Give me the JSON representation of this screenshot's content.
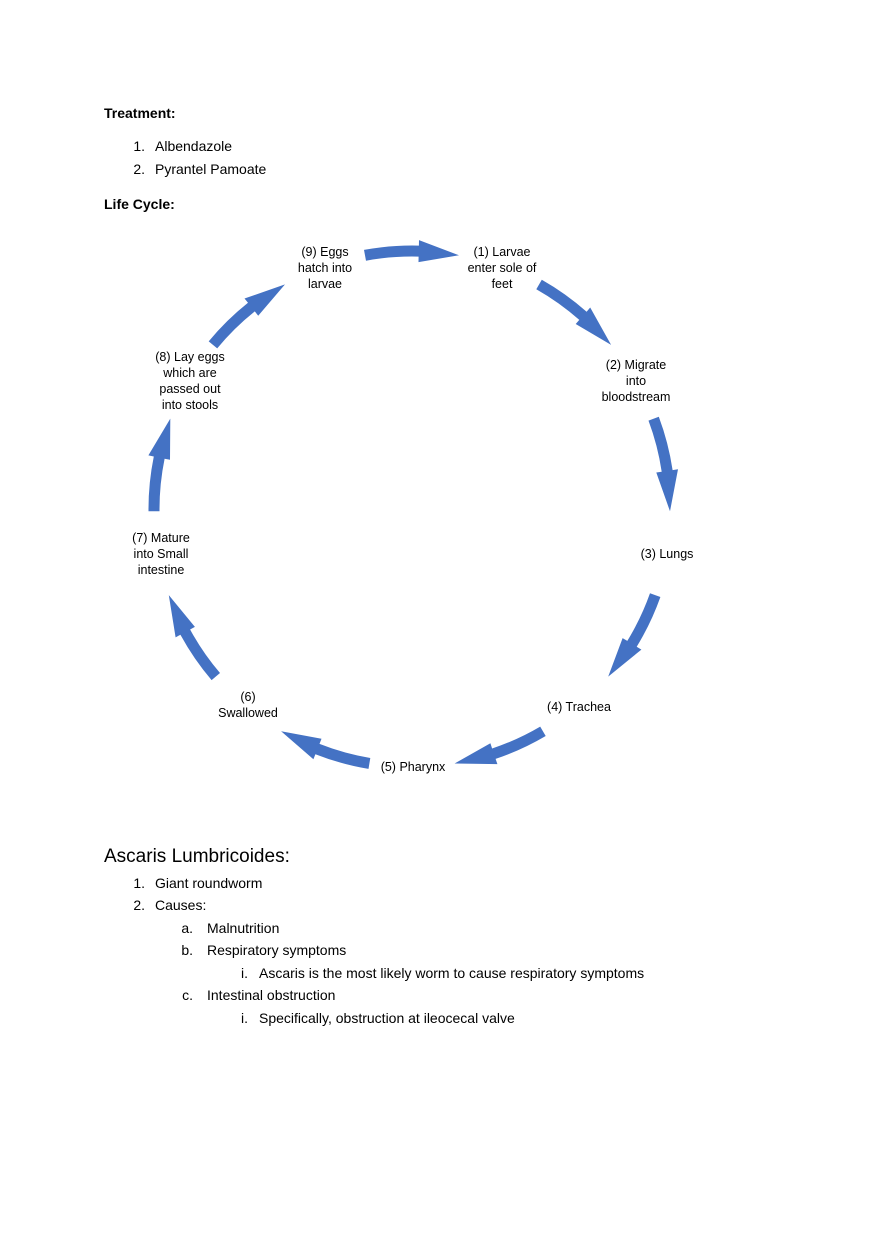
{
  "treatment": {
    "heading": "Treatment:",
    "items": [
      {
        "marker": "1.",
        "text": "Albendazole"
      },
      {
        "marker": "2.",
        "text": "Pyrantel Pamoate"
      }
    ]
  },
  "life_cycle": {
    "heading": "Life Cycle:",
    "arrow_color": "#4472C4",
    "nodes": [
      "(1) Larvae\nenter sole of\nfeet",
      "(2) Migrate\ninto\nbloodstream",
      "(3) Lungs",
      "(4) Trachea",
      "(5) Pharynx",
      "(6)\nSwallowed",
      "(7) Mature\ninto Small\nintestine",
      "(8) Lay eggs\nwhich are\npassed out\ninto stools",
      "(9) Eggs\nhatch into\nlarvae"
    ]
  },
  "ascaris": {
    "title": "Ascaris Lumbricoides:",
    "items": [
      {
        "marker": "1.",
        "text": "Giant roundworm"
      },
      {
        "marker": "2.",
        "text": "Causes:"
      }
    ],
    "causes": [
      {
        "marker": "a.",
        "text": "Malnutrition"
      },
      {
        "marker": "b.",
        "text": "Respiratory symptoms"
      },
      {
        "marker": "i.",
        "text": "Ascaris is the most likely worm to cause respiratory symptoms"
      },
      {
        "marker": "c.",
        "text": "Intestinal obstruction"
      },
      {
        "marker": "i.",
        "text": "Specifically, obstruction at ileocecal valve"
      }
    ]
  }
}
